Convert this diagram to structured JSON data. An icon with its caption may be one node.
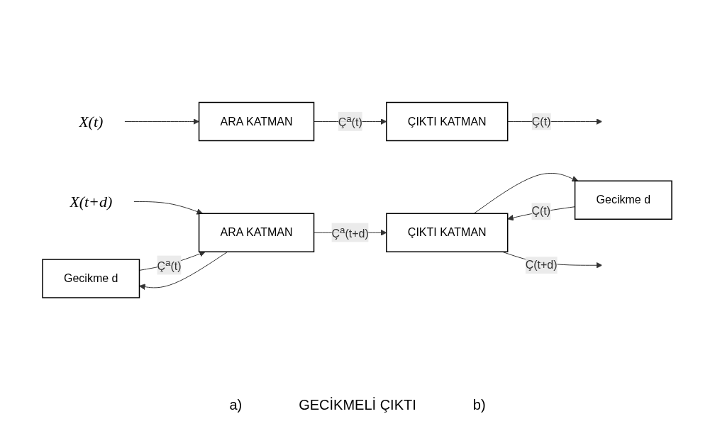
{
  "diagram": {
    "nodes": [
      {
        "text": [
          "X(t)"
        ]
      },
      {
        "text": [
          "ARA KATMAN"
        ]
      },
      {
        "text": [
          "ÇIKTI KATMAN"
        ]
      },
      {
        "text": [
          "Gecikme d"
        ]
      },
      {
        "text": [
          "Gecikme d"
        ]
      },
      {
        "text": [
          "ARA KATMAN"
        ]
      },
      {
        "text": [
          "ÇIKTI KATMAN"
        ]
      },
      {
        "text": [
          "X(t+d)"
        ]
      }
    ],
    "edges": [
      {
        "from": 0,
        "to": 1,
        "arrow": "to"
      },
      {
        "from": 1,
        "to": 2,
        "arrow": "to",
        "label": "Ç$^{a}$(t)"
      },
      {
        "from": 2,
        "to": null,
        "arrow": "to",
        "label": "Ç(t)"
      },
      {
        "from": 7,
        "to": 5,
        "arrow": "to"
      },
      {
        "from": 3,
        "to": 5,
        "arrow": "to",
        "label": "Ç$^{a}$(t)"
      },
      {
        "from": 5,
        "to": 3,
        "arrow": "to"
      },
      {
        "from": 5,
        "to": 6,
        "arrow": "to",
        "label": "Ç$^{a}$(t+d)"
      },
      {
        "from": 4,
        "to": 6,
        "arrow": "to",
        "label": "Ç(t)"
      },
      {
        "from": 6,
        "to": 4,
        "arrow": "to"
      },
      {
        "from": 6,
        "to": null,
        "arrow": "to",
        "label": "Ç(t+d)"
      }
    ],
    "labels": [
      "a)",
      "GECİKMELİ ÇIKTI",
      "b)"
    ]
  }
}
